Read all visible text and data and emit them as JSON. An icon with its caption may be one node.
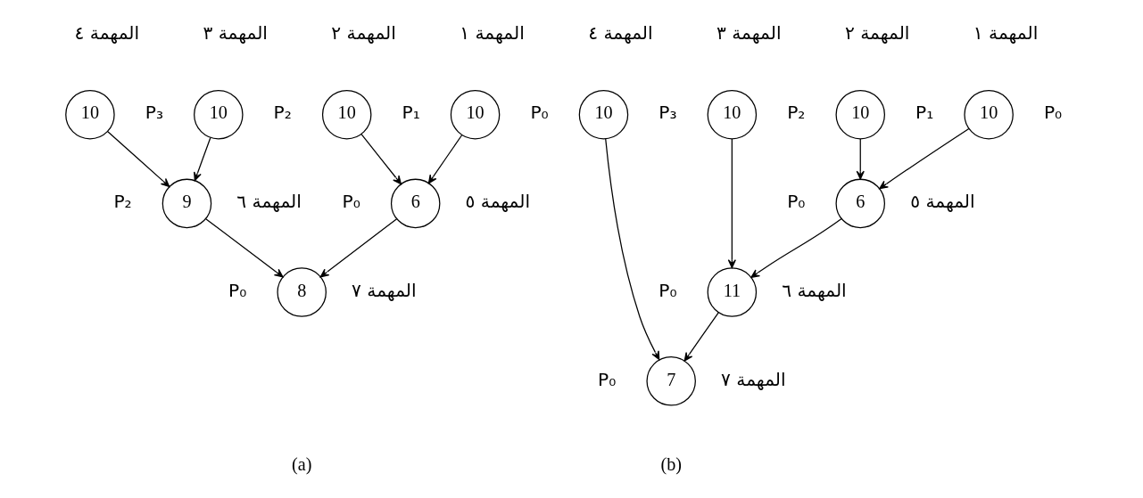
{
  "diagram": {
    "nodes": [
      {
        "text": [
          "10"
        ],
        "beside": [
          "المهمة ٤",
          "P₃"
        ]
      },
      {
        "text": [
          "10"
        ],
        "beside": [
          "المهمة ٣",
          "P₂"
        ]
      },
      {
        "text": [
          "10"
        ],
        "beside": [
          "المهمة ٢",
          "P₁"
        ]
      },
      {
        "text": [
          "10"
        ],
        "beside": [
          "المهمة ١",
          "P₀"
        ]
      },
      {
        "text": [
          "9"
        ],
        "beside": [
          "P₂",
          "المهمة ٦"
        ]
      },
      {
        "text": [
          "6"
        ],
        "beside": [
          "P₀",
          "المهمة ٥"
        ]
      },
      {
        "text": [
          "8"
        ],
        "beside": [
          "P₀",
          "المهمة ٧"
        ]
      },
      {
        "text": [
          "10"
        ],
        "beside": [
          "المهمة ٤",
          "P₃"
        ]
      },
      {
        "text": [
          "10"
        ],
        "beside": [
          "المهمة ٣",
          "P₂"
        ]
      },
      {
        "text": [
          "10"
        ],
        "beside": [
          "المهمة ٢",
          "P₁"
        ]
      },
      {
        "text": [
          "10"
        ],
        "beside": [
          "المهمة ١",
          "P₀"
        ]
      },
      {
        "text": [
          "6"
        ],
        "beside": [
          "P₀",
          "المهمة ٥"
        ]
      },
      {
        "text": [
          "11"
        ],
        "beside": [
          "P₀",
          "المهمة ٦"
        ]
      },
      {
        "text": [
          "7"
        ],
        "beside": [
          "P₀",
          "المهمة ٧"
        ]
      }
    ],
    "edges": [
      {
        "from": 0,
        "to": 4,
        "arrow": "to"
      },
      {
        "from": 1,
        "to": 4,
        "arrow": "to"
      },
      {
        "from": 2,
        "to": 5,
        "arrow": "to"
      },
      {
        "from": 3,
        "to": 5,
        "arrow": "to"
      },
      {
        "from": 4,
        "to": 6,
        "arrow": "to"
      },
      {
        "from": 5,
        "to": 6,
        "arrow": "to"
      },
      {
        "from": 9,
        "to": 11,
        "arrow": "to"
      },
      {
        "from": 10,
        "to": 11,
        "arrow": "to"
      },
      {
        "from": 8,
        "to": 12,
        "arrow": "to"
      },
      {
        "from": 11,
        "to": 12,
        "arrow": "to"
      },
      {
        "from": 7,
        "to": 13,
        "arrow": "to"
      },
      {
        "from": 12,
        "to": 13,
        "arrow": "to"
      }
    ],
    "labels": [
      "(a)",
      "(b)"
    ]
  }
}
